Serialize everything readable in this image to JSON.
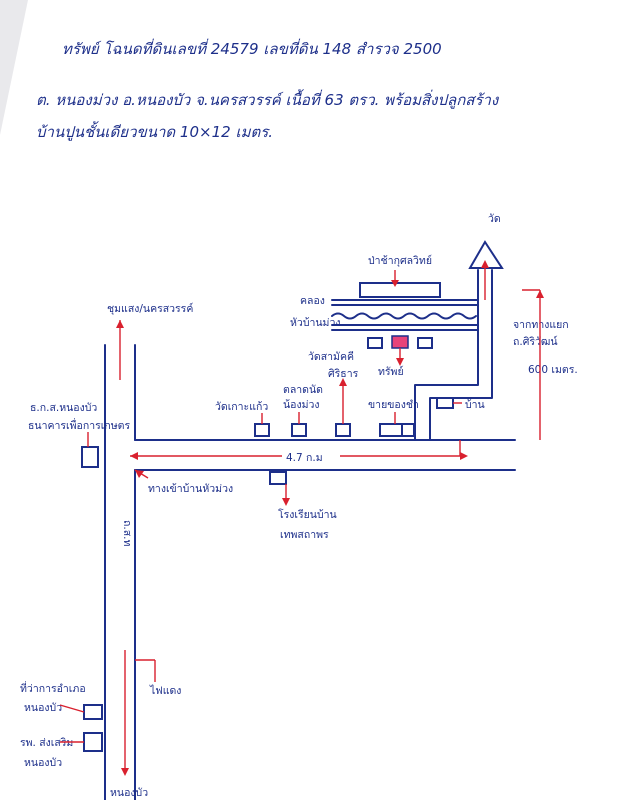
{
  "header": {
    "line1": "ทรัพย์ โฉนดที่ดินเลขที่ 24579 เลขที่ดิน 148 สำรวจ 2500",
    "line2": "ต. หนองม่วง อ.หนองบัว จ.นครสวรรค์ เนื้อที่ 63 ตรว. พร้อมสิ่งปลูกสร้าง",
    "line3": "บ้านปูนชั้นเดียวขนาด 10×12 เมตร."
  },
  "map": {
    "temple": "วัด",
    "cemetery": "ป่าช้ากุศลวิทย์",
    "canal": "คลอง",
    "canal_name": "หัวบ้านม่วง",
    "to_chumsaeng": "ชุมแสง/นครสวรรค์",
    "from_main_road": "จากทางแยก",
    "main_road_name": "ถ.ศิริวัฒน์",
    "distance": "600 เมตร.",
    "wat_samakkhi": "วัดสามัคคี",
    "wat_samakkhi_2": "ศิริธาร",
    "property": "ทรัพย์",
    "wat_ko_kaeo": "วัดเกาะแก้ว",
    "market": "ตลาดนัด",
    "market_2": "น้องม่วง",
    "grocery": "ขายของชำ",
    "house": "บ้าน",
    "cooperative": "ธ.ก.ส.หนองบัว",
    "cooperative_2": "ธนาคารเพื่อการเกษตร",
    "road_distance": "4.7 ก.ม",
    "turn_into_village": "ทางเข้าบ้านหัวม่วง",
    "school": "โรงเรียนบ้าน",
    "school_2": "เทพสถาพร",
    "highway": "ถ.ส.ท",
    "traffic_light": "ไฟแดง",
    "district_office": "ที่ว่าการอำเภอ",
    "district_office_2": "หนองบัว",
    "hospital": "รพ. ส่งเสริม",
    "hospital_2": "หนองบัว",
    "to_nongbua": "หนองบัว"
  },
  "colors": {
    "ink": "#1d2f8a",
    "marker": "#d9202e"
  }
}
